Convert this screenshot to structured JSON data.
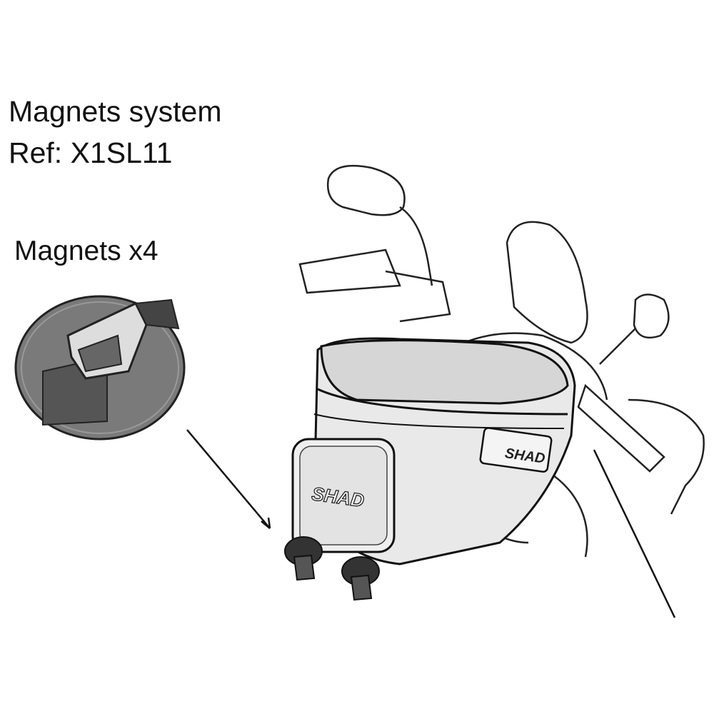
{
  "title": "Magnets system",
  "reference": "Ref: X1SL11",
  "parts_label": "Magnets x4",
  "logos": [
    "SHAD",
    "SHAD"
  ],
  "colors": {
    "magnet_fill": "#7a7a7a",
    "line": "#111111",
    "bag_panel": "#e6e6e6"
  }
}
